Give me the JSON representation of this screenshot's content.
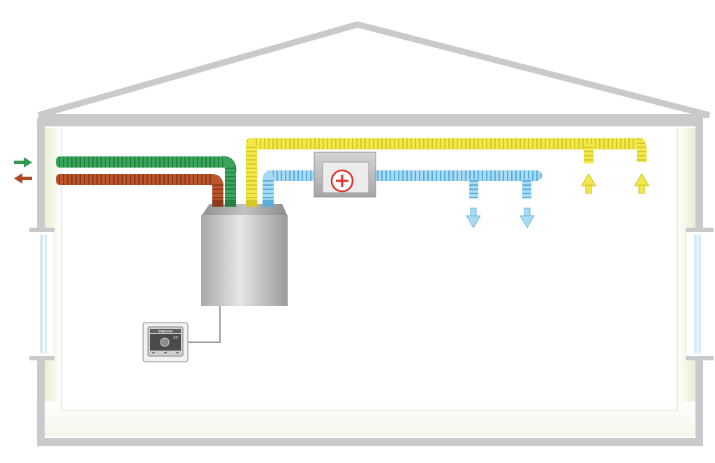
{
  "diagram": {
    "type": "house-ventilation-schematic",
    "colors": {
      "house_outline": "#c9cacc",
      "wall_tint": "#eef3d8",
      "window_glass": "#d6e9f8",
      "fresh_air_duct": "#38a35a",
      "exhaust_air_duct": "#b8502a",
      "extract_duct": "#f3e84a",
      "supply_duct": "#8ecdf0",
      "unit_body": "#b9b9b9",
      "heater_plus": "#e0302a"
    },
    "icons": {
      "outside_supply": "arrow-right-icon",
      "outside_exhaust": "arrow-left-icon",
      "heater": "plus-circle-icon",
      "supply_outlets": "arrow-down-icon",
      "extract_inlets": "arrow-up-icon"
    },
    "controller": {
      "brand": "SWEGON",
      "temperature": "21°"
    }
  }
}
